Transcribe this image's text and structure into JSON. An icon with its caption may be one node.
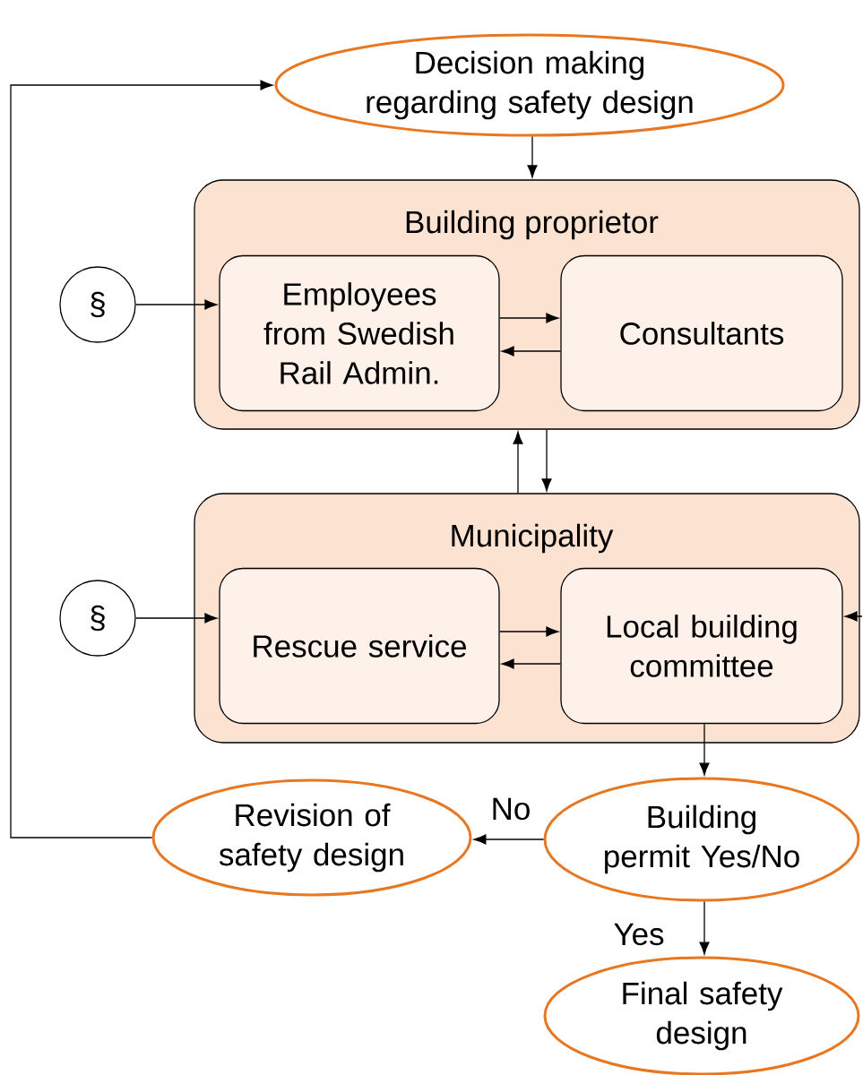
{
  "diagram": {
    "nodes": [
      {
        "text": [
          "Decision making regarding safety design"
        ]
      },
      {
        "text": [
          "Building proprietor"
        ]
      },
      {
        "text": [
          "Employees from Swedish Rail Admin."
        ],
        "in": 1
      },
      {
        "text": [
          "Consultants"
        ],
        "in": 1
      },
      {
        "text": [
          "§"
        ]
      },
      {
        "text": [
          "Municipality"
        ]
      },
      {
        "text": [
          "Rescue service"
        ],
        "in": 5
      },
      {
        "text": [
          "Local building committee"
        ],
        "in": 5
      },
      {
        "text": [
          "§"
        ]
      },
      {
        "text": [
          "Revision of safety design"
        ]
      },
      {
        "text": [
          "Building permit Yes/No"
        ]
      },
      {
        "text": [
          "Final safety design"
        ]
      }
    ],
    "edges": [
      {
        "from": 0,
        "to": 1,
        "arrow": "to"
      },
      {
        "from": 4,
        "to": 2,
        "arrow": "to"
      },
      {
        "from": 2,
        "to": 3,
        "arrow": "to"
      },
      {
        "from": 3,
        "to": 2,
        "arrow": "to"
      },
      {
        "from": 5,
        "to": 1,
        "arrow": "to"
      },
      {
        "from": 1,
        "to": 5,
        "arrow": "to"
      },
      {
        "from": 8,
        "to": 6,
        "arrow": "to"
      },
      {
        "from": 6,
        "to": 7,
        "arrow": "to"
      },
      {
        "from": 7,
        "to": 6,
        "arrow": "to"
      },
      {
        "from": null,
        "to": 7,
        "arrow": "to"
      },
      {
        "from": 7,
        "to": 10,
        "arrow": "to"
      },
      {
        "from": 10,
        "to": 9,
        "arrow": "to",
        "label": "No"
      },
      {
        "from": 10,
        "to": 11,
        "arrow": "to",
        "label": "Yes"
      },
      {
        "from": 9,
        "to": 0,
        "arrow": "to"
      }
    ]
  }
}
